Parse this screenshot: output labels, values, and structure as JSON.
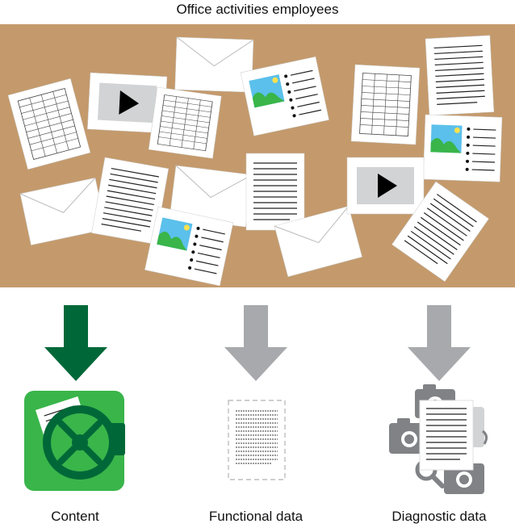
{
  "title": "Office activities employees",
  "colors": {
    "board": "#c49a6c",
    "content": "#006838",
    "content_light": "#39b54a",
    "functional": "#a7a9ac",
    "diagnostic": "#a7a9ac",
    "camera": "#808285"
  },
  "board_items": [
    {
      "icon": "spreadsheet-icon"
    },
    {
      "icon": "video-icon"
    },
    {
      "icon": "spreadsheet-icon"
    },
    {
      "icon": "envelope-icon"
    },
    {
      "icon": "image-document-icon"
    },
    {
      "icon": "spreadsheet-icon"
    },
    {
      "icon": "text-document-icon"
    },
    {
      "icon": "image-document-icon"
    },
    {
      "icon": "envelope-icon"
    },
    {
      "icon": "text-document-icon"
    },
    {
      "icon": "envelope-icon"
    },
    {
      "icon": "text-document-icon"
    },
    {
      "icon": "image-document-icon"
    },
    {
      "icon": "envelope-icon"
    },
    {
      "icon": "video-icon"
    },
    {
      "icon": "text-document-icon"
    }
  ],
  "categories": [
    {
      "label": "Content",
      "icon": "vault-icon",
      "color": "#006838"
    },
    {
      "label": "Functional data",
      "icon": "faded-document-icon",
      "color": "#a7a9ac"
    },
    {
      "label": "Diagnostic data",
      "icon": "cameras-document-icon",
      "color": "#a7a9ac"
    }
  ]
}
